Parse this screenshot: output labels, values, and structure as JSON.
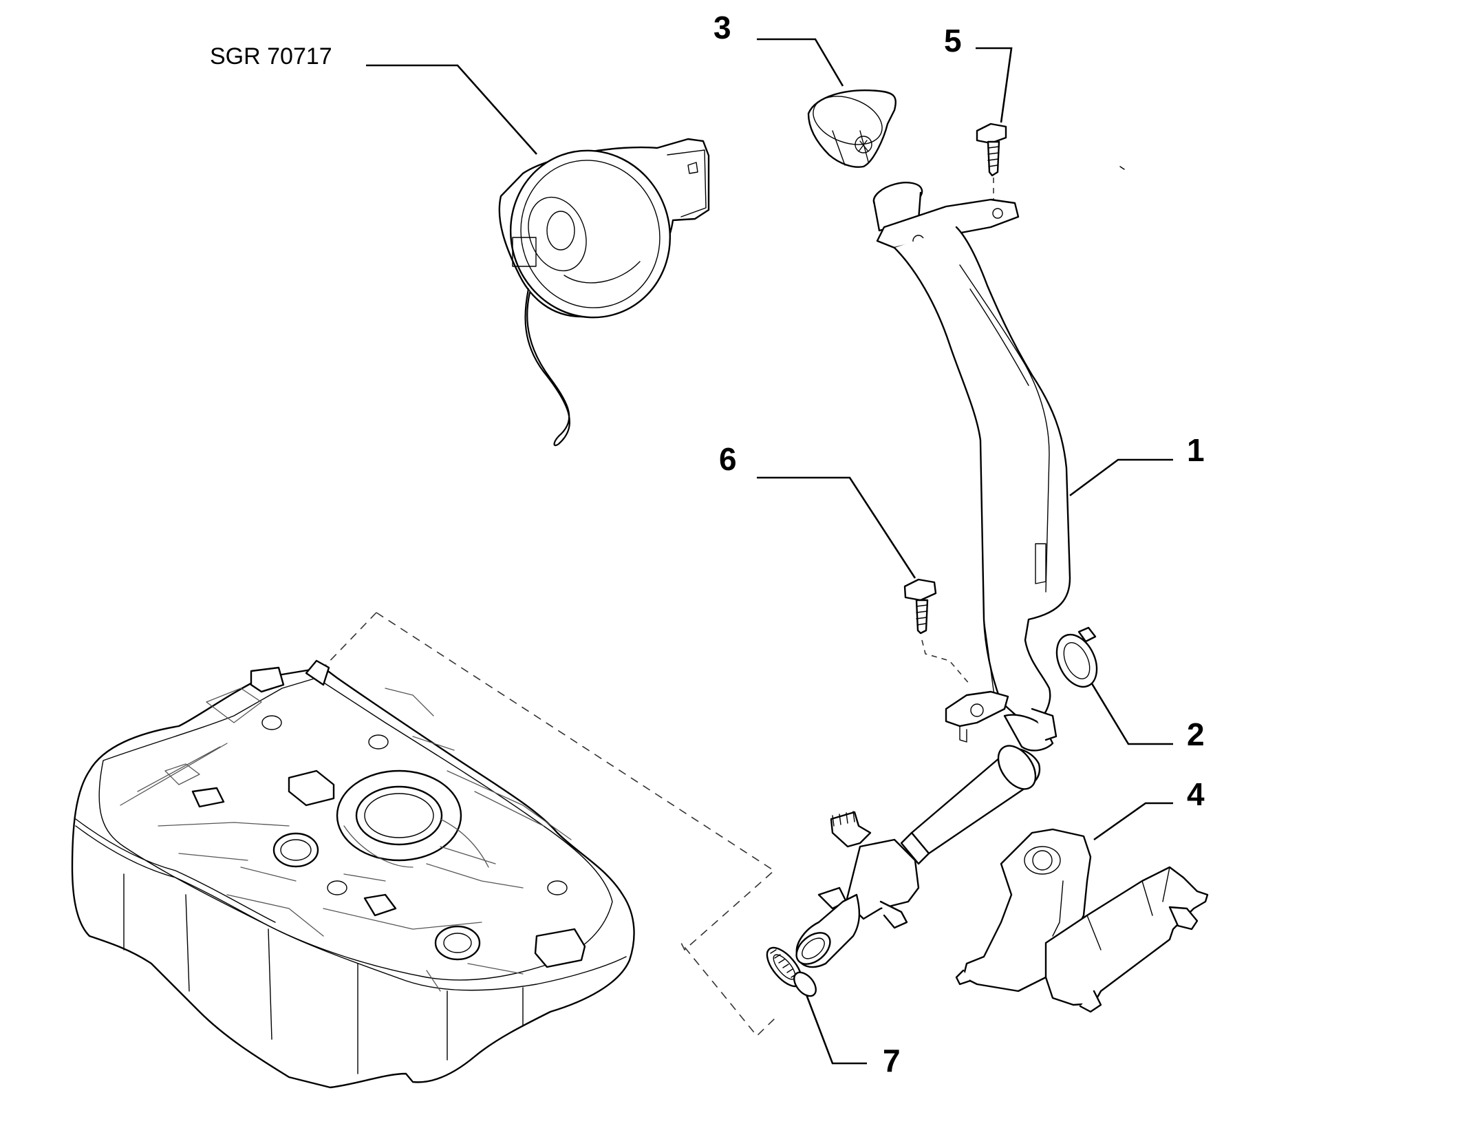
{
  "diagram": {
    "reference_code": "SGR 70717",
    "callouts": [
      {
        "id": "1",
        "label": "1"
      },
      {
        "id": "2",
        "label": "2"
      },
      {
        "id": "3",
        "label": "3"
      },
      {
        "id": "4",
        "label": "4"
      },
      {
        "id": "5",
        "label": "5"
      },
      {
        "id": "6",
        "label": "6"
      },
      {
        "id": "7",
        "label": "7"
      }
    ]
  }
}
